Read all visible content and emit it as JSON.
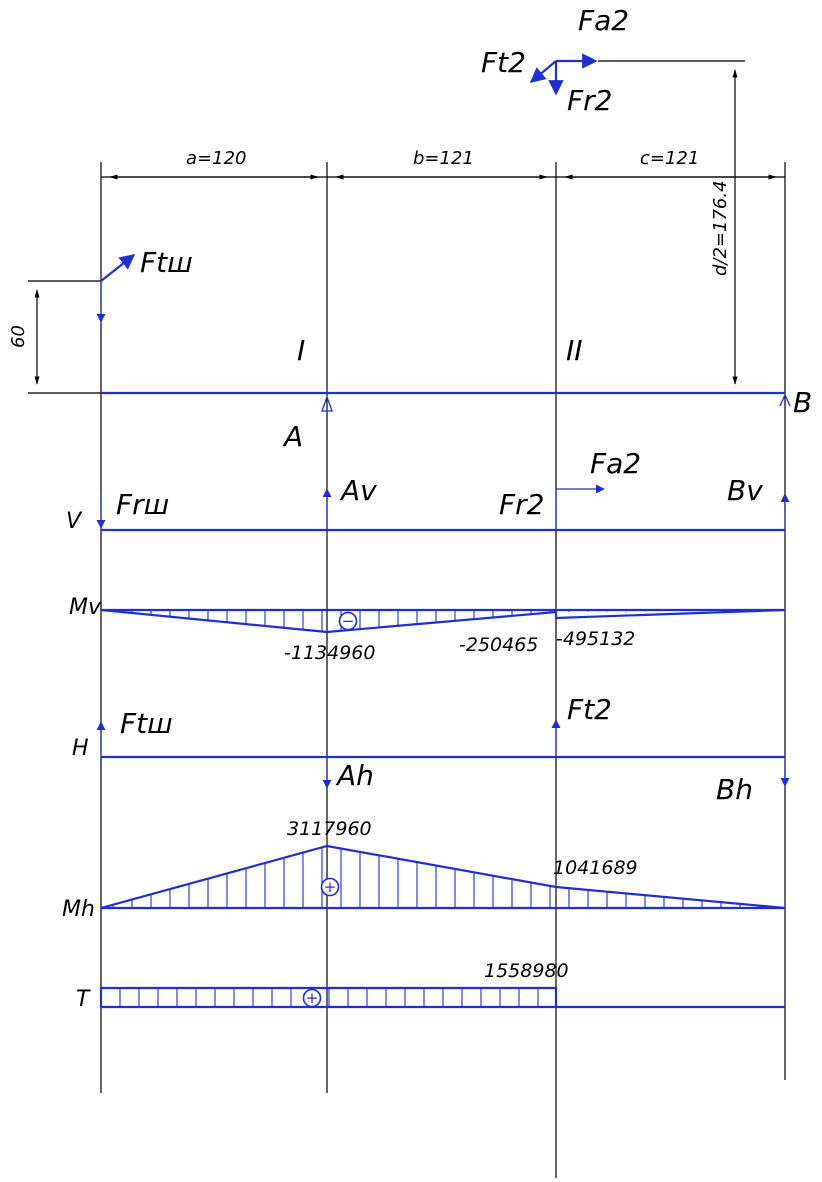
{
  "forces_top": {
    "fa2": "Fa2",
    "ft2": "Ft2",
    "fr2": "Fr2",
    "ftw": "Ftш"
  },
  "dimensions": {
    "a": "a=120",
    "b": "b=121",
    "c": "c=121",
    "d_half": "d/2=176.4",
    "offset": "60"
  },
  "sections": {
    "section_1": "I",
    "section_2": "II",
    "support_a": "A",
    "support_b": "B"
  },
  "vertical_plane": {
    "axis_label": "V",
    "frw": "Frш",
    "av": "Av",
    "fr2": "Fr2",
    "fa2": "Fa2",
    "bv": "Bv"
  },
  "moment_v": {
    "axis_label": "Mv",
    "values": [
      "-1134960",
      "-250465",
      "-495132"
    ],
    "sign": "−"
  },
  "horizontal_plane": {
    "axis_label": "H",
    "ftw": "Ftш",
    "ft2": "Ft2",
    "ah": "Ah",
    "bh": "Bh"
  },
  "moment_h": {
    "axis_label": "Mh",
    "values": [
      "3117960",
      "1041689"
    ],
    "sign": "+"
  },
  "torque": {
    "axis_label": "T",
    "value": "1558980",
    "sign": "+"
  },
  "colors": {
    "diagram_line": "#1f2fd0",
    "dimension_line": "#000000",
    "background": "#ffffff"
  }
}
